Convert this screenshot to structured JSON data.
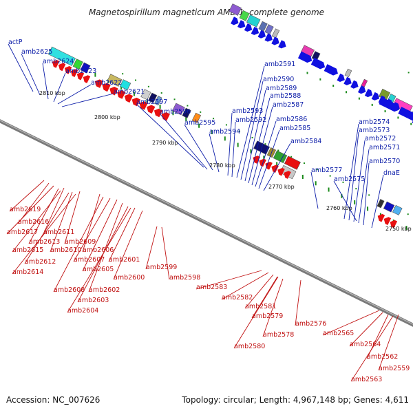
{
  "title": "Magnetospirillum magneticum AMB-1, complete genome",
  "footer": {
    "accession": "Accession: NC_007626",
    "topology": "Topology: circular; Length: 4,967,148 bp; Genes: 4,611"
  },
  "colors": {
    "backbone": "#8a8a8a",
    "tick": "#1a8a1a",
    "forward_gene": "#1010e0",
    "reverse_gene": "#e81010",
    "forward_label": "#0b1ca8",
    "reverse_label": "#c01010"
  },
  "kbp_markers": [
    "2810 kbp",
    "2800 kbp",
    "2790 kbp",
    "2780 kbp",
    "2770 kbp",
    "2760 kbp",
    "2750 kbp"
  ],
  "forward_labels": [
    "actP",
    "amb2625",
    "amb2624",
    "amb2623",
    "amb2622",
    "amb2621",
    "amb2597",
    "amb2596",
    "amb2595",
    "amb2594",
    "amb2593",
    "amb2592",
    "amb2591",
    "amb2590",
    "amb2589",
    "amb2588",
    "amb2587",
    "amb2586",
    "amb2585",
    "amb2584",
    "amb2577",
    "amb2575",
    "amb2574",
    "amb2573",
    "amb2572",
    "amb2571",
    "amb2570",
    "dnaE"
  ],
  "reverse_labels": [
    "amb2619",
    "amb2616",
    "amb2617",
    "amb2611",
    "amb2613",
    "amb2609",
    "amb2615",
    "amb2610",
    "amb2606",
    "amb2612",
    "amb2607",
    "amb2601",
    "amb2614",
    "amb2605",
    "amb2599",
    "amb2600",
    "amb2598",
    "amb2608",
    "amb2602",
    "amb2603",
    "amb2604",
    "amb2583",
    "amb2582",
    "amb2581",
    "amb2579",
    "amb2576",
    "amb2578",
    "amb2580",
    "amb2565",
    "amb2564",
    "amb2562",
    "amb2559",
    "amb2563"
  ]
}
